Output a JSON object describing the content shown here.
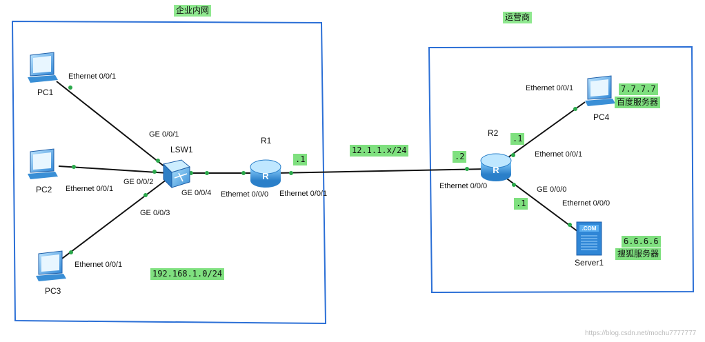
{
  "zones": {
    "enterprise": "企业内网",
    "carrier": "运营商"
  },
  "devices": {
    "pc1": "PC1",
    "pc2": "PC2",
    "pc3": "PC3",
    "pc4": "PC4",
    "lsw1": "LSW1",
    "r1": "R1",
    "r2": "R2",
    "server1": "Server1"
  },
  "ports": {
    "pc1_eth": "Ethernet 0/0/1",
    "pc2_eth": "Ethernet 0/0/1",
    "pc3_eth": "Ethernet 0/0/1",
    "lsw_ge1": "GE 0/0/1",
    "lsw_ge2": "GE 0/0/2",
    "lsw_ge3": "GE 0/0/3",
    "lsw_ge4": "GE 0/0/4",
    "r1_eth0": "Ethernet 0/0/0",
    "r1_eth1": "Ethernet 0/0/1",
    "r2_eth0": "Ethernet 0/0/0",
    "r2_eth1": "Ethernet 0/0/1",
    "r2_ge0": "GE 0/0/0",
    "pc4_eth": "Ethernet 0/0/1",
    "server_eth": "Ethernet 0/0/0"
  },
  "addresses": {
    "lan_subnet": "192.168.1.0/24",
    "wan_subnet": "12.1.1.x/24",
    "r1_wan": ".1",
    "r2_wan": ".2",
    "r2_pc4_side": ".1",
    "r2_server_side": ".1",
    "pc4_ip": "7.7.7.7",
    "pc4_desc": "百度服务器",
    "server_ip": "6.6.6.6",
    "server_desc": "搜狐服务器"
  },
  "watermark": "https://blog.csdn.net/mochu7777777",
  "colors": {
    "zone_border": "#2b6fd6",
    "label_highlight": "#7fe07f",
    "link": "#111111",
    "port_dot": "#2aa84a",
    "device_blue": "#3aa0e0"
  },
  "icons": {
    "pc": "pc-icon",
    "switch": "switch-icon",
    "router": "router-icon",
    "server": "server-icon"
  }
}
